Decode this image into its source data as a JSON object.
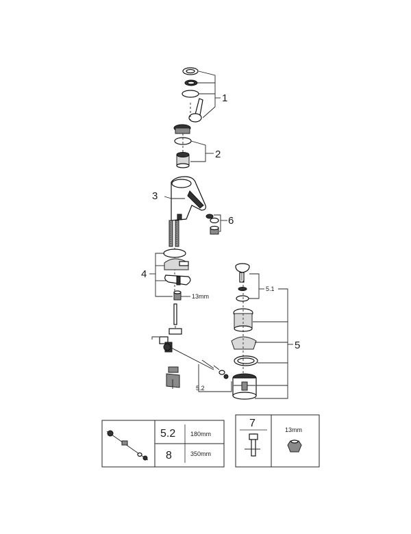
{
  "callouts": {
    "c1": "1",
    "c2": "2",
    "c3": "3",
    "c4": "4",
    "c4_size": "13mm",
    "c5": "5",
    "c5_1": "5.1",
    "c5_2": "5.2",
    "c6": "6"
  },
  "table_left": {
    "row1_num": "5.2",
    "row1_len": "180mm",
    "row2_num": "8",
    "row2_len": "350mm"
  },
  "table_right": {
    "part_num": "7",
    "size_label": "13mm"
  }
}
